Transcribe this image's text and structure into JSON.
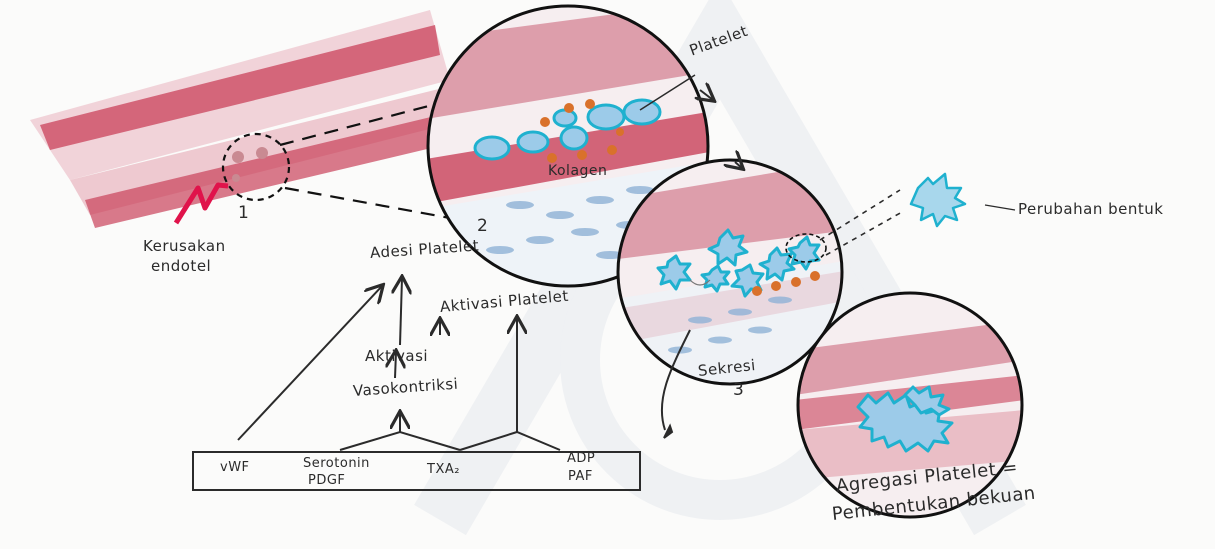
{
  "labels": {
    "step1": "1",
    "step2": "2",
    "step3": "3",
    "kerusakan_line1": "Kerusakan",
    "kerusakan_line2": "endotel",
    "platelet": "Platelet",
    "kolagen": "Kolagen",
    "perubahan_bentuk": "Perubahan bentuk",
    "adesi_platelet": "Adesi Platelet",
    "aktivasi_platelet": "Aktivasi Platelet",
    "aktivasi": "Aktivasi",
    "vasokontriksi": "Vasokontriksi",
    "sekresi": "Sekresi",
    "agregasi_line1": "Agregasi Platelet =",
    "agregasi_line2": "Pembentukan bekuan"
  },
  "mediator_box": {
    "vwf": "vWF",
    "serotonin": "Serotonin",
    "pdgf": "PDGF",
    "txa2": "TXA₂",
    "adp": "ADP",
    "paf": "PAF"
  },
  "colors": {
    "vessel_red": "#c9415a",
    "vessel_pink": "#e9b3bd",
    "platelet_cyan": "#1fb1cf",
    "platelet_blue": "#8fc3e6",
    "collagen_orange": "#d9712b",
    "lesion_red": "#e0134b",
    "ink": "#2b2b2b"
  }
}
